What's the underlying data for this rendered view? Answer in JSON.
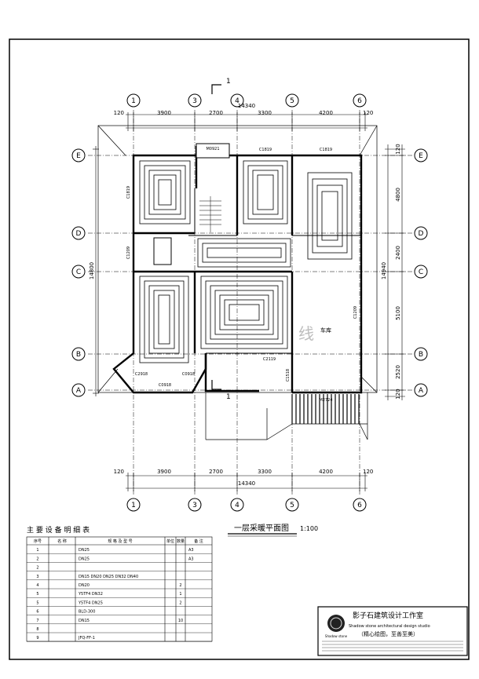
{
  "plan": {
    "section_mark": "1",
    "axes_top": [
      "1",
      "3",
      "4",
      "5",
      "6"
    ],
    "axes_bottom": [
      "1",
      "3",
      "4",
      "5",
      "6"
    ],
    "axes_left": [
      "E",
      "D",
      "C",
      "B",
      "A"
    ],
    "axes_right": [
      "E",
      "D",
      "C",
      "B",
      "A"
    ],
    "dims_top": [
      "120",
      "3900",
      "2700",
      "3300",
      "4200",
      "120"
    ],
    "dims_top_total": "14340",
    "dims_bottom": [
      "120",
      "3900",
      "2700",
      "3300",
      "4200",
      "120"
    ],
    "dims_bottom_total": "14340",
    "dims_right": [
      "120",
      "4800",
      "2400",
      "5100",
      "2520",
      "120"
    ],
    "dim_left_total": "14800",
    "dim_right_total": "14940",
    "openings": [
      "M0921",
      "C1819",
      "C1819",
      "C1819",
      "C1209",
      "C2119",
      "C1518",
      "C2918",
      "C0918",
      "C0918",
      "C1209",
      "M2724"
    ],
    "room_garage": "车库",
    "title": "一层采暖平面图",
    "scale": "1:100",
    "watermark": "线"
  },
  "equipment_table": {
    "title": "主 要 设 备 明 细 表",
    "headers": [
      "序号",
      "名 称",
      "规 格 及 型 号",
      "单位",
      "数量",
      "备 注"
    ],
    "rows": [
      {
        "no": "1",
        "name": "",
        "spec": "DN25",
        "unit": "",
        "qty": "",
        "note": "A3"
      },
      {
        "no": "2",
        "name": "",
        "spec": "DN25",
        "unit": "",
        "qty": "",
        "note": "A3"
      },
      {
        "no": "2",
        "name": "",
        "spec": "",
        "unit": "",
        "qty": "",
        "note": ""
      },
      {
        "no": "3",
        "name": "",
        "spec": "DN15 DN20 DN25 DN32 DN40",
        "unit": "",
        "qty": "",
        "note": ""
      },
      {
        "no": "4",
        "name": "",
        "spec": "DN20",
        "unit": "",
        "qty": "2",
        "note": ""
      },
      {
        "no": "5",
        "name": "",
        "spec": "Y5TF4 DN32",
        "unit": "",
        "qty": "1",
        "note": ""
      },
      {
        "no": "5",
        "name": "",
        "spec": "Y5TF4 DN25",
        "unit": "",
        "qty": "2",
        "note": ""
      },
      {
        "no": "6",
        "name": "",
        "spec": "BLD-300",
        "unit": "",
        "qty": "",
        "note": ""
      },
      {
        "no": "7",
        "name": "",
        "spec": "DN15",
        "unit": "",
        "qty": "10",
        "note": ""
      },
      {
        "no": "8",
        "name": "",
        "spec": "",
        "unit": "",
        "qty": "",
        "note": ""
      },
      {
        "no": "9",
        "name": "",
        "spec": "JFQ-FF-1",
        "unit": "",
        "qty": "",
        "note": ""
      }
    ]
  },
  "studio_stamp": {
    "logo_text": "Shadow stone",
    "name_cn": "影子石建筑设计工作室",
    "name_en": "Shadow stone architectural design studio",
    "slogan": "（精心绘图，至善至美）"
  }
}
